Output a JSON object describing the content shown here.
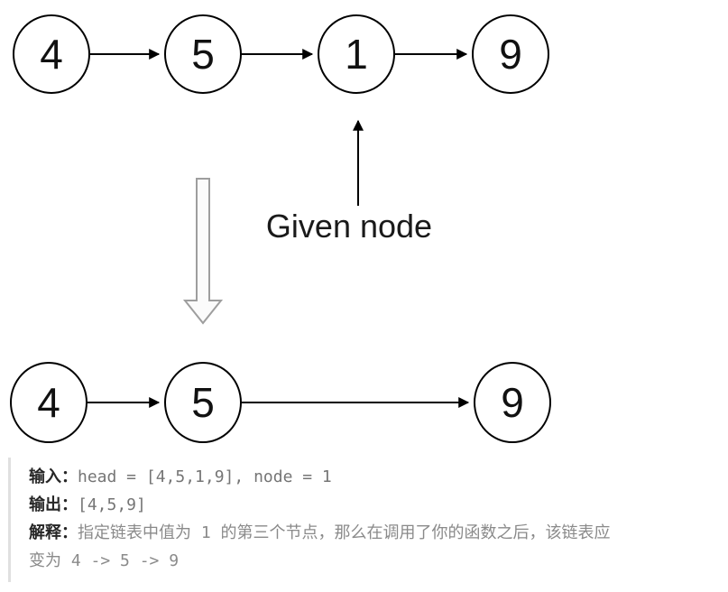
{
  "diagram": {
    "top_nodes": [
      {
        "value": "4",
        "type": "plain"
      },
      {
        "value": "5",
        "type": "plain"
      },
      {
        "value": "1",
        "type": "highlighted"
      },
      {
        "value": "9",
        "type": "plain"
      }
    ],
    "given_node_label": "Given node",
    "bottom_nodes": [
      {
        "value": "4"
      },
      {
        "value": "5"
      },
      {
        "value": "9"
      }
    ],
    "colors": {
      "highlight_fill": "#dae8fc",
      "highlight_stroke": "#6c8ebf",
      "node_stroke": "#000000",
      "transform_arrow_stroke": "#9e9e9e",
      "transform_arrow_fill": "#fbfbfb"
    }
  },
  "example": {
    "input_label": "输入：",
    "input_value": "head = [4,5,1,9], node = 1",
    "output_label": "输出：",
    "output_value": "[4,5,9]",
    "explanation_label": "解释：",
    "explanation_line1": "指定链表中值为 1 的第三个节点，那么在调用了你的函数之后，该链表应",
    "explanation_line2": "变为 4 -> 5 -> 9"
  }
}
